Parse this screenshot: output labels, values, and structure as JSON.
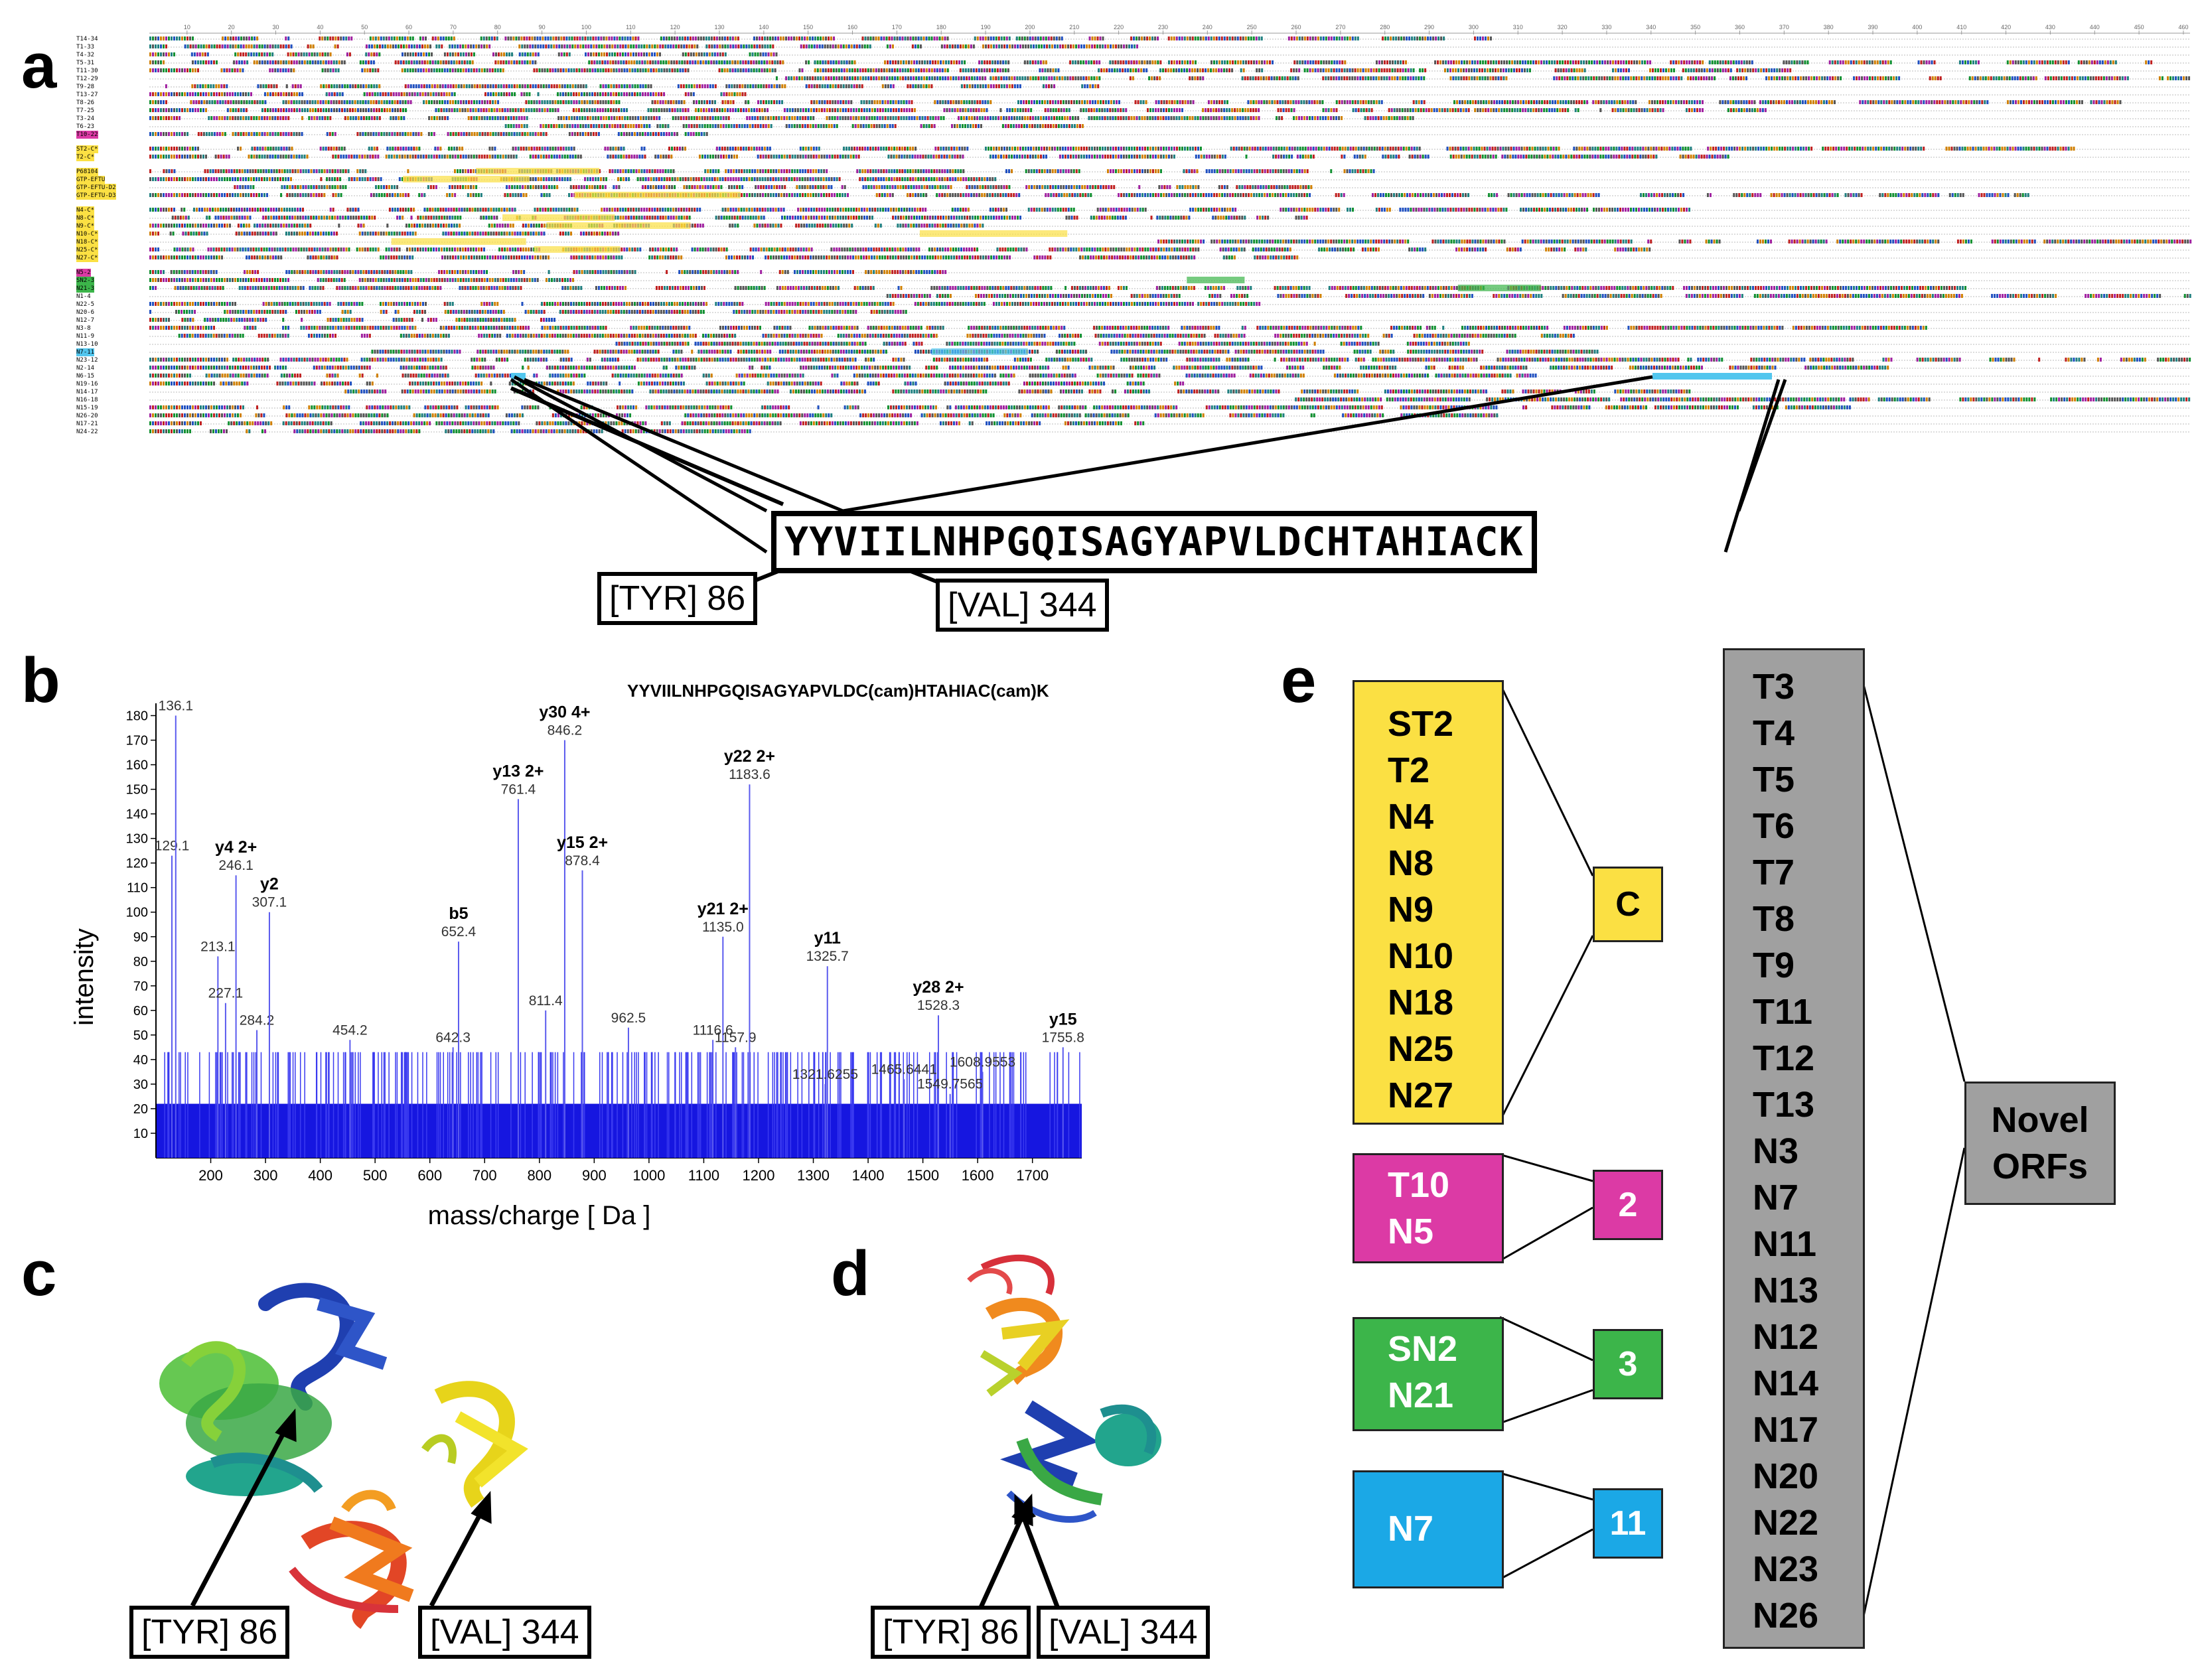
{
  "panels": {
    "a": "a",
    "b": "b",
    "c": "c",
    "d": "d",
    "e": "e"
  },
  "panel_a": {
    "ruler": [
      "10",
      "20",
      "30",
      "40",
      "50",
      "60",
      "70",
      "80",
      "90",
      "100",
      "110",
      "120",
      "130",
      "140",
      "150",
      "160",
      "170",
      "180",
      "190",
      "200",
      "210",
      "220",
      "230",
      "240",
      "250",
      "260",
      "270",
      "280",
      "290",
      "300",
      "310",
      "320",
      "330",
      "340",
      "350",
      "360",
      "370",
      "380",
      "390",
      "400",
      "410",
      "420",
      "430",
      "440",
      "450",
      "460"
    ],
    "groups": [
      [
        "T14-34",
        "T1-33",
        "T4-32",
        "T5-31",
        "T11-30",
        "T12-29",
        "T9-28",
        "T13-27",
        "T8-26",
        "T7-25",
        "T3-24",
        "T6-23",
        "T10-22"
      ],
      [
        "ST2-C*",
        "T2-C*"
      ],
      [
        "P68104",
        "GTP-EFTU",
        "GTP-EFTU-D2",
        "GTP-EFTU-D3"
      ],
      [
        "N4-C*",
        "N8-C*",
        "N9-C*",
        "N10-C*",
        "N18-C*",
        "N25-C*",
        "N27-C*"
      ],
      [
        "N5-2",
        "SN2-3",
        "N21-3",
        "N1-4",
        "N22-5",
        "N20-6",
        "N12-7",
        "N3-8",
        "N11-9",
        "N13-10",
        "N7-11",
        "N23-12",
        "N2-14",
        "N6-15",
        "N19-16",
        "N14-17",
        "N16-18",
        "N15-19",
        "N26-20",
        "N17-21",
        "N24-22"
      ]
    ],
    "peptide": "YYVIILNHPGQISAGYAPVLDCHTAHIACK",
    "labels": {
      "tyr": "[TYR] 86",
      "val": "[VAL] 344"
    }
  },
  "chart_data": {
    "type": "bar",
    "title": "YYVIILNHPGQISAGYAPVLDC(cam)HTAHIAC(cam)K",
    "xlabel": "mass/charge [ Da ]",
    "ylabel": "intensity",
    "xlim": [
      100,
      1790
    ],
    "ylim": [
      0,
      185
    ],
    "xticks": [
      200,
      300,
      400,
      500,
      600,
      700,
      800,
      900,
      1000,
      1100,
      1200,
      1300,
      1400,
      1500,
      1600,
      1700
    ],
    "yticks": [
      10,
      20,
      30,
      40,
      50,
      60,
      70,
      80,
      90,
      100,
      110,
      120,
      130,
      140,
      150,
      160,
      170,
      180
    ],
    "baseline_level": 22,
    "noise_level": 43,
    "peaks": [
      {
        "x": 129.1,
        "y": 123,
        "label": "129.1"
      },
      {
        "x": 136.1,
        "y": 180,
        "label": "136.1"
      },
      {
        "x": 213.1,
        "y": 82,
        "label": "213.1"
      },
      {
        "x": 227.1,
        "y": 63,
        "label": "227.1"
      },
      {
        "x": 246.1,
        "y": 115,
        "label": "246.1",
        "ion": "y4 2+"
      },
      {
        "x": 284.2,
        "y": 52,
        "label": "284.2"
      },
      {
        "x": 307.1,
        "y": 100,
        "label": "307.1",
        "ion": "y2"
      },
      {
        "x": 454.2,
        "y": 48,
        "label": "454.2"
      },
      {
        "x": 642.3,
        "y": 45,
        "label": "642.3"
      },
      {
        "x": 652.4,
        "y": 88,
        "label": "652.4",
        "ion": "b5"
      },
      {
        "x": 761.4,
        "y": 146,
        "label": "761.4",
        "ion": "y13 2+"
      },
      {
        "x": 811.4,
        "y": 60,
        "label": "811.4"
      },
      {
        "x": 846.2,
        "y": 170,
        "label": "846.2",
        "ion": "y30 4+"
      },
      {
        "x": 878.4,
        "y": 117,
        "label": "878.4",
        "ion": "y15 2+"
      },
      {
        "x": 962.5,
        "y": 53,
        "label": "962.5"
      },
      {
        "x": 1116.6,
        "y": 48,
        "label": "1116.6"
      },
      {
        "x": 1135.0,
        "y": 90,
        "label": "1135.0",
        "ion": "y21 2+"
      },
      {
        "x": 1157.9,
        "y": 45,
        "label": "1157.9"
      },
      {
        "x": 1183.6,
        "y": 152,
        "label": "1183.6",
        "ion": "y22 2+"
      },
      {
        "x": 1321.6255,
        "y": 30,
        "label": "1321.6255"
      },
      {
        "x": 1325.7,
        "y": 78,
        "label": "1325.7",
        "ion": "y11"
      },
      {
        "x": 1465.6441,
        "y": 32,
        "label": "1465.6441"
      },
      {
        "x": 1528.3,
        "y": 58,
        "label": "1528.3",
        "ion": "y28 2+"
      },
      {
        "x": 1549.7565,
        "y": 26,
        "label": "1549.7565"
      },
      {
        "x": 1608.9553,
        "y": 35,
        "label": "1608.9553"
      },
      {
        "x": 1755.8,
        "y": 45,
        "label": "1755.8",
        "ion": "y15"
      }
    ]
  },
  "panel_c": {
    "tyr": "[TYR] 86",
    "val": "[VAL] 344"
  },
  "panel_d": {
    "tyr": "[TYR] 86",
    "val": "[VAL] 344"
  },
  "panel_e": {
    "groups": [
      {
        "members": "ST2\nT2\nN4\nN8\nN9\nN10\nN18\nN25\nN27",
        "tag": "C",
        "color": "#fbe043",
        "text_color": "#000000"
      },
      {
        "members": "T10\nN5",
        "tag": "2",
        "color": "#dc3aa5",
        "text_color": "#ffffff"
      },
      {
        "members": "SN2\nN21",
        "tag": "3",
        "color": "#3cb54a",
        "text_color": "#ffffff"
      },
      {
        "members": "N7",
        "tag": "11",
        "color": "#1ba8e6",
        "text_color": "#ffffff"
      }
    ],
    "novel_list": "T3\nT4\nT5\nT6\nT7\nT8\nT9\nT11\nT12\nT13\nN3\nN7\nN11\nN13\nN12\nN14\nN17\nN20\nN22\nN23\nN26",
    "novel_label": "Novel\nORFs",
    "gray": "#a0a0a0"
  }
}
